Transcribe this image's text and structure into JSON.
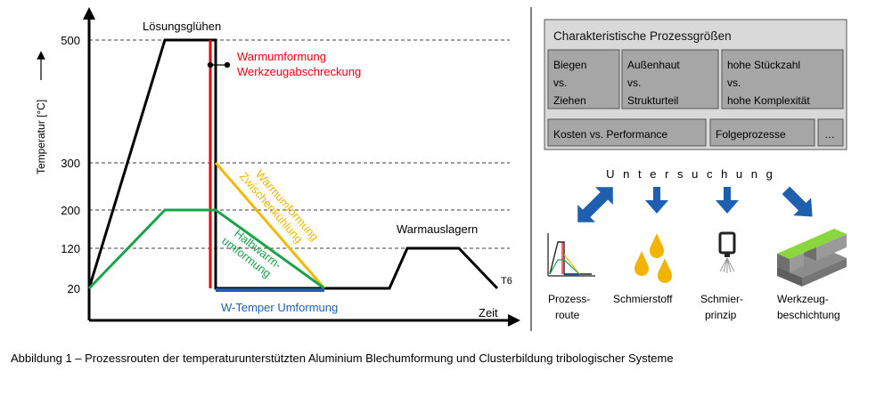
{
  "chart": {
    "y_axis_label": "Temperatur [°C]",
    "x_axis_label": "Zeit",
    "y_ticks": [
      "500",
      "300",
      "200",
      "120",
      "20"
    ],
    "label_loesungsgluehen": "Lösungsglühen",
    "label_warmumformung_1": "Warmumformung",
    "label_warmumformung_2": "Werkzeugabschreckung",
    "label_zwischen_1": "Warmumformung",
    "label_zwischen_2": "Zwischenkühlung",
    "label_halbwarm_1": "Halbwarm-",
    "label_halbwarm_2": "umformung",
    "label_warmauslagern": "Warmauslagern",
    "label_t6": "T6",
    "label_wtemper": "W-Temper Umformung",
    "colors": {
      "warm": "#e8000b",
      "zwischen": "#f5b800",
      "halbwarm": "#1aa34a",
      "wtemper": "#1f5fb0",
      "main": "#000000"
    }
  },
  "panel": {
    "title": "Charakteristische Prozessgrößen",
    "box1": [
      "Biegen",
      "vs.",
      "Ziehen"
    ],
    "box2": [
      "Außenhaut",
      "vs.",
      "Strukturteil"
    ],
    "box3": [
      "hohe Stückzahl",
      "vs.",
      "hohe Komplexität"
    ],
    "box4": "Kosten vs. Performance",
    "box5": "Folgeprozesse",
    "box6": "…"
  },
  "untersuchung": "U n t e r s u c h u n g",
  "items": [
    {
      "line1": "Prozess-",
      "line2": "route",
      "icon": "process-route-icon"
    },
    {
      "line1": "Schmierstoff",
      "line2": "",
      "icon": "oil-drops-icon"
    },
    {
      "line1": "Schmier-",
      "line2": "prinzip",
      "icon": "spray-nozzle-icon"
    },
    {
      "line1": "Werkzeug-",
      "line2": "beschichtung",
      "icon": "coated-tool-icon"
    }
  ],
  "caption": "Abbildung 1 – Prozessrouten der temperaturunterstützten Aluminium Blechumformung und Clusterbildung tribologischer Systeme"
}
